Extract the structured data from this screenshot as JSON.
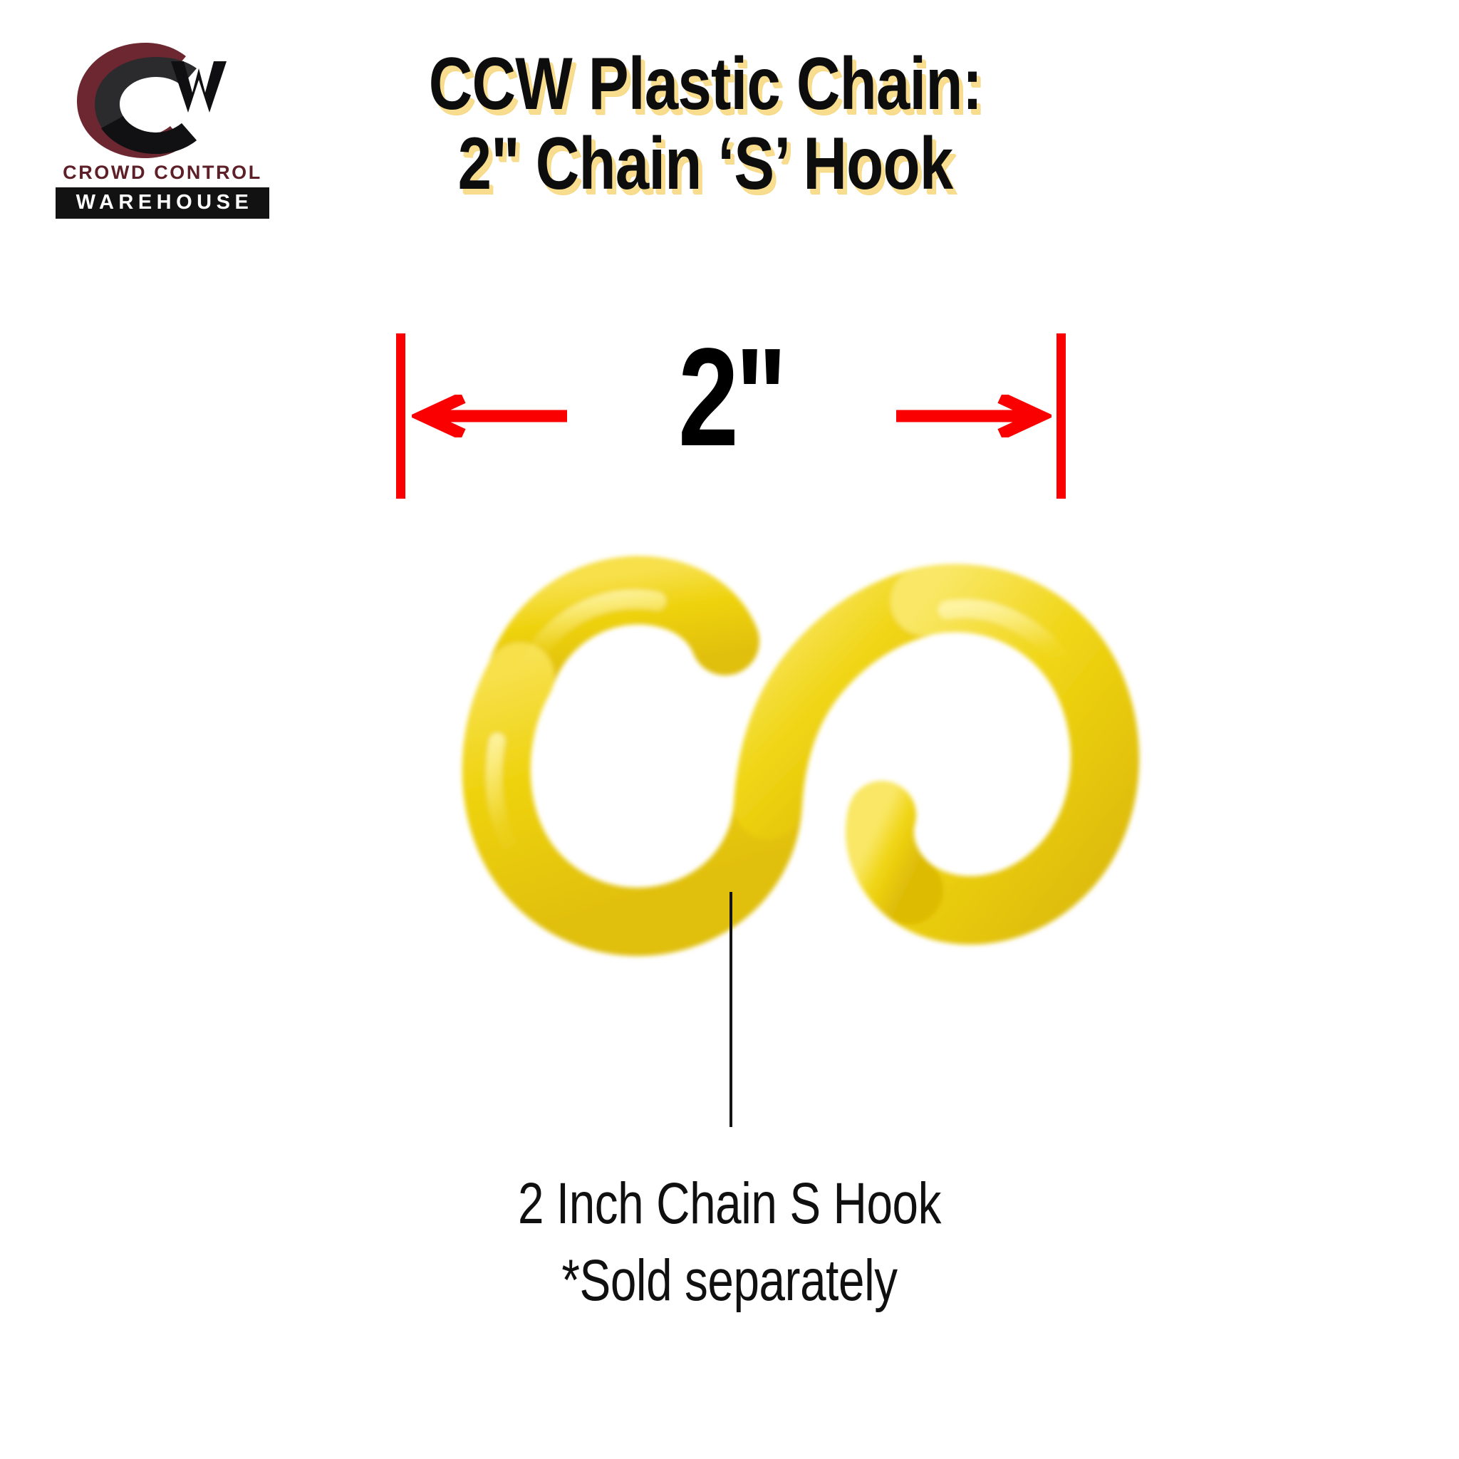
{
  "background_color": "#ffffff",
  "brand": {
    "logo_mark_name": "ccw-monogram",
    "mark_letters": "CCW",
    "line1": "CROWD CONTROL",
    "line2": "WAREHOUSE",
    "colors": {
      "maroon": "#5e2028",
      "charcoal": "#2b2b2e",
      "black": "#121212",
      "white": "#ffffff"
    }
  },
  "title": {
    "line1": "CCW Plastic Chain:",
    "line2": "2\" Chain ‘S’ Hook",
    "text_color": "#0d0d0d",
    "shadow_color": "#f8dd8e"
  },
  "dimension": {
    "label": "2\"",
    "value": 2,
    "unit": "inch",
    "color": "#fb0000",
    "label_color": "#000000",
    "left_arrow_icon": "arrow-left-icon",
    "right_arrow_icon": "arrow-right-icon",
    "left_tick_icon": "dimension-tick-icon",
    "right_tick_icon": "dimension-tick-icon"
  },
  "product": {
    "image_name": "yellow-plastic-s-hook",
    "color": "#efd311",
    "color_highlight": "#fae85a",
    "color_shadow": "#d6ae07"
  },
  "caption": {
    "line1": "2 Inch Chain S Hook",
    "line2": "*Sold separately",
    "leader_line_color": "#141414"
  }
}
